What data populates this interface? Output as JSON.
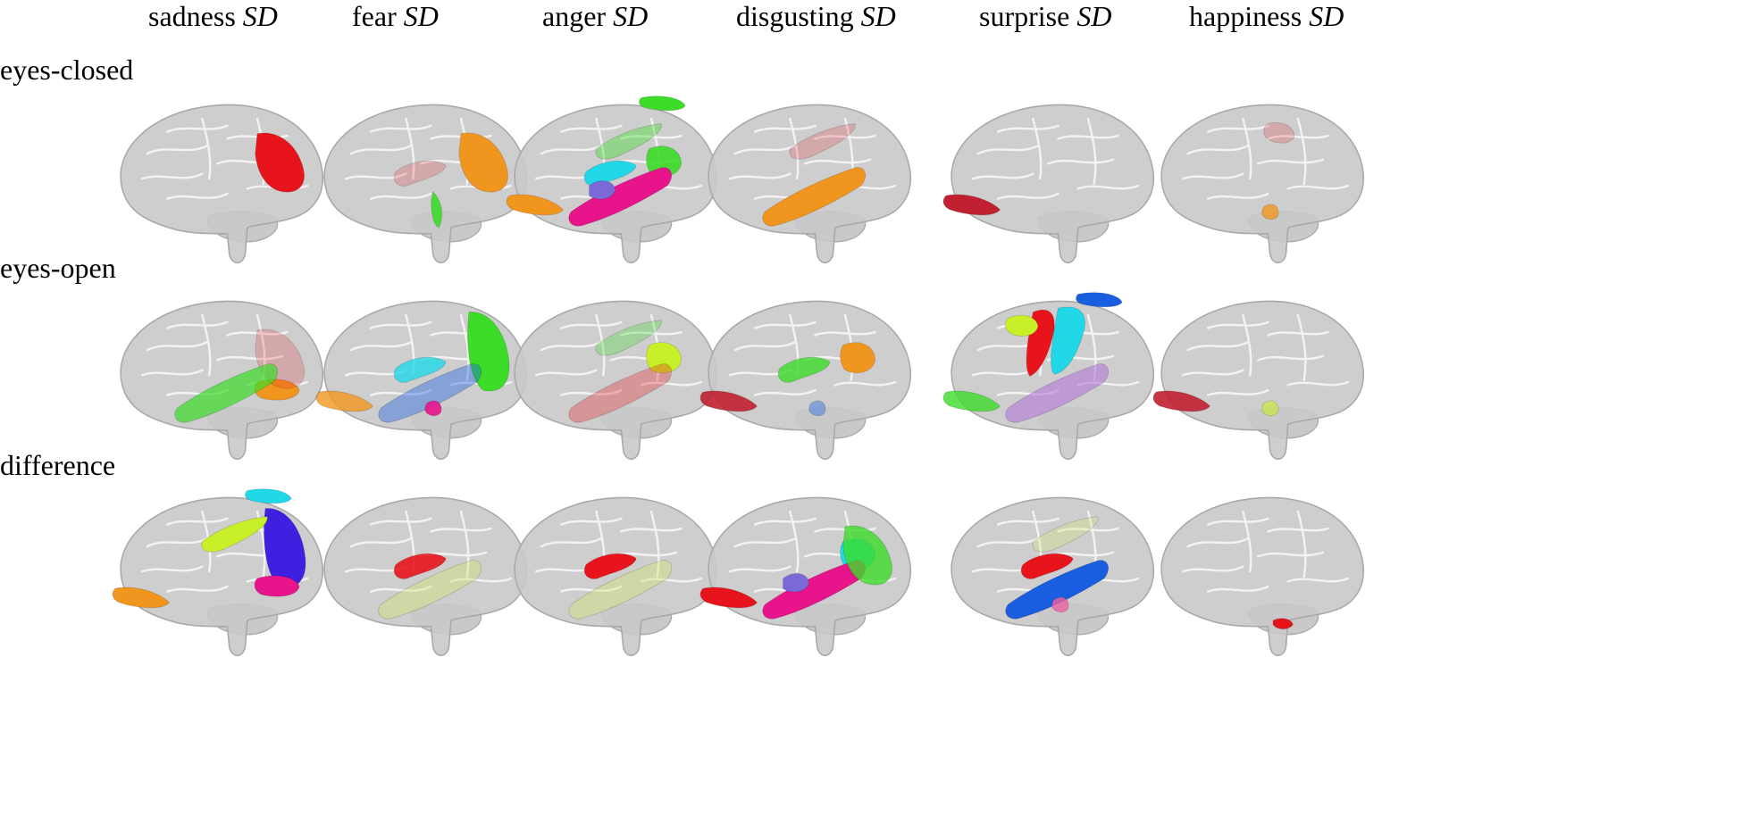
{
  "columns": [
    {
      "label": "sadness",
      "suffix": "SD"
    },
    {
      "label": "fear",
      "suffix": "SD"
    },
    {
      "label": "anger",
      "suffix": "SD"
    },
    {
      "label": "disgusting",
      "suffix": "SD"
    },
    {
      "label": "surprise",
      "suffix": "SD"
    },
    {
      "label": "happiness",
      "suffix": "SD"
    }
  ],
  "rows": [
    {
      "label": "eyes-closed"
    },
    {
      "label": "eyes-open"
    },
    {
      "label": "difference"
    }
  ],
  "colors": {
    "brain": "#c9c9c9",
    "brain_stroke": "#a9a9a9",
    "red": "#e8141c",
    "orange": "#f0961e",
    "green": "#3cdc28",
    "cyan": "#20d8e8",
    "violet": "#7a6ad8",
    "magenta": "#e8148c",
    "lime": "#c8f028",
    "blue": "#1a5ee0",
    "purple": "#b478d8",
    "darkred": "#c02030",
    "indigo": "#4020e0",
    "pink": "#f060a0",
    "yellowgreen": "#d2e66e"
  },
  "panels": [
    [
      {
        "regions": [
          {
            "shape": "frontal-block",
            "color": "red",
            "opacity": 1
          }
        ]
      },
      {
        "regions": [
          {
            "shape": "frontal-block",
            "color": "orange",
            "opacity": 1
          },
          {
            "shape": "insula",
            "color": "red",
            "opacity": 0.2
          },
          {
            "shape": "temporal-tip",
            "color": "green",
            "opacity": 0.9
          }
        ]
      },
      {
        "regions": [
          {
            "shape": "top-strip",
            "color": "green",
            "opacity": 1
          },
          {
            "shape": "frontal-upper",
            "color": "green",
            "opacity": 0.9
          },
          {
            "shape": "temporal-long",
            "color": "magenta",
            "opacity": 1
          },
          {
            "shape": "insula",
            "color": "cyan",
            "opacity": 1
          },
          {
            "shape": "thalamus",
            "color": "violet",
            "opacity": 1
          },
          {
            "shape": "occipital-base",
            "color": "orange",
            "opacity": 1
          },
          {
            "shape": "parietal-mid",
            "color": "green",
            "opacity": 0.4
          }
        ]
      },
      {
        "regions": [
          {
            "shape": "temporal-long",
            "color": "orange",
            "opacity": 1
          },
          {
            "shape": "parietal-mid",
            "color": "red",
            "opacity": 0.2
          }
        ]
      },
      {
        "regions": [
          {
            "shape": "occipital-base",
            "color": "darkred",
            "opacity": 1
          }
        ]
      },
      {
        "regions": [
          {
            "shape": "central-top",
            "color": "red",
            "opacity": 0.2
          },
          {
            "shape": "small-blob",
            "color": "orange",
            "opacity": 0.8
          }
        ]
      }
    ],
    [
      {
        "regions": [
          {
            "shape": "frontal-lower",
            "color": "orange",
            "opacity": 1
          },
          {
            "shape": "frontal-block",
            "color": "red",
            "opacity": 0.2
          },
          {
            "shape": "temporal-long",
            "color": "green",
            "opacity": 0.7
          }
        ]
      },
      {
        "regions": [
          {
            "shape": "frontal-tall",
            "color": "green",
            "opacity": 1
          },
          {
            "shape": "occipital-base",
            "color": "orange",
            "opacity": 0.8
          },
          {
            "shape": "insula",
            "color": "cyan",
            "opacity": 0.8
          },
          {
            "shape": "temporal-long",
            "color": "blue",
            "opacity": 0.4
          },
          {
            "shape": "small-blob",
            "color": "magenta",
            "opacity": 0.9
          }
        ]
      },
      {
        "regions": [
          {
            "shape": "frontal-upper",
            "color": "lime",
            "opacity": 1
          },
          {
            "shape": "temporal-long",
            "color": "red",
            "opacity": 0.3
          },
          {
            "shape": "parietal-mid",
            "color": "green",
            "opacity": 0.3
          }
        ]
      },
      {
        "regions": [
          {
            "shape": "frontal-upper",
            "color": "orange",
            "opacity": 1
          },
          {
            "shape": "occipital-base",
            "color": "darkred",
            "opacity": 0.9
          },
          {
            "shape": "insula",
            "color": "green",
            "opacity": 0.8
          },
          {
            "shape": "small-blob",
            "color": "blue",
            "opacity": 0.4
          }
        ]
      },
      {
        "regions": [
          {
            "shape": "central-band",
            "color": "red",
            "opacity": 1
          },
          {
            "shape": "central-band-2",
            "color": "cyan",
            "opacity": 1
          },
          {
            "shape": "top-strip",
            "color": "blue",
            "opacity": 1
          },
          {
            "shape": "parietal-left",
            "color": "lime",
            "opacity": 1
          },
          {
            "shape": "occipital-base",
            "color": "green",
            "opacity": 0.8
          },
          {
            "shape": "temporal-long",
            "color": "purple",
            "opacity": 0.6
          }
        ]
      },
      {
        "regions": [
          {
            "shape": "occipital-base",
            "color": "darkred",
            "opacity": 0.9
          },
          {
            "shape": "small-blob",
            "color": "lime",
            "opacity": 0.6
          }
        ]
      }
    ],
    [
      {
        "regions": [
          {
            "shape": "frontal-tall",
            "color": "indigo",
            "opacity": 1
          },
          {
            "shape": "frontal-lower",
            "color": "magenta",
            "opacity": 1
          },
          {
            "shape": "occipital-base",
            "color": "orange",
            "opacity": 1
          },
          {
            "shape": "parietal-mid",
            "color": "lime",
            "opacity": 1
          },
          {
            "shape": "top-strip",
            "color": "cyan",
            "opacity": 1
          }
        ]
      },
      {
        "regions": [
          {
            "shape": "insula",
            "color": "red",
            "opacity": 0.9
          },
          {
            "shape": "temporal-long",
            "color": "yellowgreen",
            "opacity": 0.4
          }
        ]
      },
      {
        "regions": [
          {
            "shape": "insula",
            "color": "red",
            "opacity": 1
          },
          {
            "shape": "temporal-long",
            "color": "yellowgreen",
            "opacity": 0.4
          }
        ]
      },
      {
        "regions": [
          {
            "shape": "frontal-upper",
            "color": "cyan",
            "opacity": 1
          },
          {
            "shape": "temporal-long",
            "color": "magenta",
            "opacity": 1
          },
          {
            "shape": "thalamus",
            "color": "violet",
            "opacity": 1
          },
          {
            "shape": "occipital-base",
            "color": "red",
            "opacity": 1
          },
          {
            "shape": "frontal-block",
            "color": "green",
            "opacity": 0.8
          }
        ]
      },
      {
        "regions": [
          {
            "shape": "temporal-long",
            "color": "blue",
            "opacity": 1
          },
          {
            "shape": "insula",
            "color": "red",
            "opacity": 1
          },
          {
            "shape": "small-blob",
            "color": "pink",
            "opacity": 0.8
          },
          {
            "shape": "parietal-mid",
            "color": "yellowgreen",
            "opacity": 0.3
          }
        ]
      },
      {
        "regions": [
          {
            "shape": "cerebellum-dot",
            "color": "red",
            "opacity": 1
          }
        ]
      }
    ]
  ]
}
